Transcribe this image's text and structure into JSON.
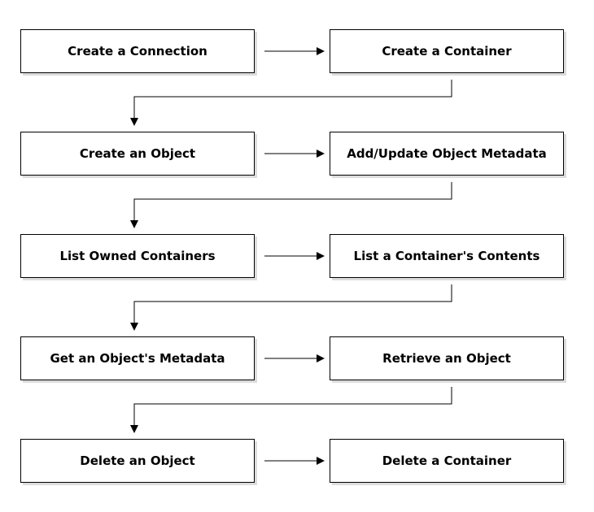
{
  "diagram": {
    "steps": [
      {
        "label": "Create a Connection"
      },
      {
        "label": "Create a Container"
      },
      {
        "label": "Create an Object"
      },
      {
        "label": "Add/Update Object Metadata"
      },
      {
        "label": "List Owned Containers"
      },
      {
        "label": "List a Container's Contents"
      },
      {
        "label": "Get an Object's Metadata"
      },
      {
        "label": "Retrieve an Object"
      },
      {
        "label": "Delete an Object"
      },
      {
        "label": "Delete a Container"
      }
    ],
    "colors": {
      "stroke": "#000000",
      "fill": "#ffffff",
      "shadow": "#dcdcdc"
    }
  }
}
